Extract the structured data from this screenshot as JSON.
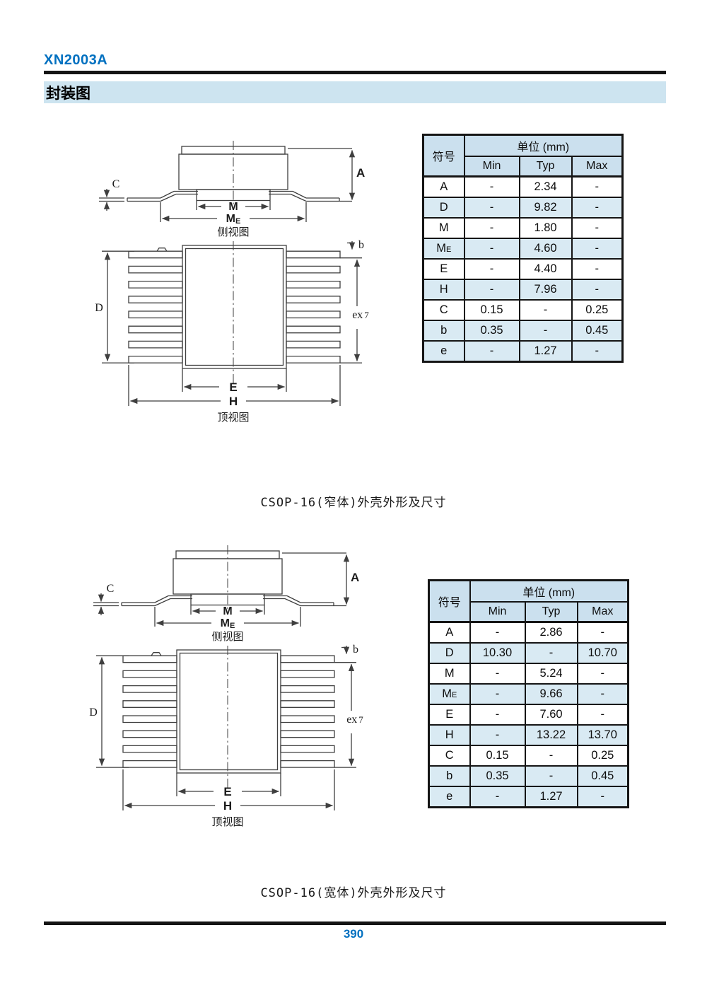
{
  "page": {
    "product_code": "XN2003A",
    "section_header": "封装图",
    "page_number": "390"
  },
  "colors": {
    "accent": "#0070c0",
    "section_bar_bg": "#cde4f0",
    "table_header_bg": "#cbe0ee",
    "row_shade_bg": "#d9eaf3",
    "rule": "#141414",
    "diagram_stroke": "#3f3f3f"
  },
  "diagram_labels": {
    "A": "A",
    "C": "C",
    "M": "M",
    "ME_main": "M",
    "ME_sub": "E",
    "D": "D",
    "b": "b",
    "ex_main": "ex",
    "ex_sub": "7",
    "E": "E",
    "H": "H",
    "side_caption": "侧视图",
    "top_caption": "顶视图"
  },
  "table_header": {
    "symbol": "符号",
    "unit": "单位 (mm)",
    "min": "Min",
    "typ": "Typ",
    "max": "Max"
  },
  "sections": [
    {
      "caption": "CSOP-16(窄体)外壳外形及尺寸",
      "rows": [
        {
          "sym": "A",
          "sub": "",
          "min": "-",
          "typ": "2.34",
          "max": "-",
          "shade": false
        },
        {
          "sym": "D",
          "sub": "",
          "min": "-",
          "typ": "9.82",
          "max": "-",
          "shade": true
        },
        {
          "sym": "M",
          "sub": "",
          "min": "-",
          "typ": "1.80",
          "max": "-",
          "shade": false
        },
        {
          "sym": "M",
          "sub": "E",
          "min": "-",
          "typ": "4.60",
          "max": "-",
          "shade": true
        },
        {
          "sym": "E",
          "sub": "",
          "min": "-",
          "typ": "4.40",
          "max": "-",
          "shade": false
        },
        {
          "sym": "H",
          "sub": "",
          "min": "-",
          "typ": "7.96",
          "max": "-",
          "shade": true
        },
        {
          "sym": "C",
          "sub": "",
          "min": "0.15",
          "typ": "-",
          "max": "0.25",
          "shade": false
        },
        {
          "sym": "b",
          "sub": "",
          "min": "0.35",
          "typ": "-",
          "max": "0.45",
          "shade": true
        },
        {
          "sym": "e",
          "sub": "",
          "min": "-",
          "typ": "1.27",
          "max": "-",
          "shade": true
        }
      ]
    },
    {
      "caption": "CSOP-16(宽体)外壳外形及尺寸",
      "rows": [
        {
          "sym": "A",
          "sub": "",
          "min": "-",
          "typ": "2.86",
          "max": "-",
          "shade": false
        },
        {
          "sym": "D",
          "sub": "",
          "min": "10.30",
          "typ": "-",
          "max": "10.70",
          "shade": true
        },
        {
          "sym": "M",
          "sub": "",
          "min": "-",
          "typ": "5.24",
          "max": "-",
          "shade": false
        },
        {
          "sym": "M",
          "sub": "E",
          "min": "-",
          "typ": "9.66",
          "max": "-",
          "shade": true
        },
        {
          "sym": "E",
          "sub": "",
          "min": "-",
          "typ": "7.60",
          "max": "-",
          "shade": false
        },
        {
          "sym": "H",
          "sub": "",
          "min": "-",
          "typ": "13.22",
          "max": "13.70",
          "shade": true
        },
        {
          "sym": "C",
          "sub": "",
          "min": "0.15",
          "typ": "-",
          "max": "0.25",
          "shade": false
        },
        {
          "sym": "b",
          "sub": "",
          "min": "0.35",
          "typ": "-",
          "max": "0.45",
          "shade": true
        },
        {
          "sym": "e",
          "sub": "",
          "min": "-",
          "typ": "1.27",
          "max": "-",
          "shade": true
        }
      ]
    }
  ]
}
